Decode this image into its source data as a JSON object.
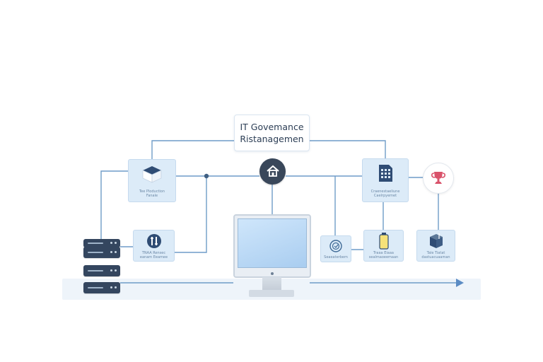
{
  "diagram": {
    "title_line1": "IT Govemance",
    "title_line2": "Ristanagemen",
    "nodes": [
      {
        "id": "governance-cube",
        "icon": "cube-icon",
        "label1": "Tee Ploduction",
        "label2": "Fanale"
      },
      {
        "id": "tools",
        "icon": "tools-icon",
        "label1": "TNAA Rensec",
        "label2": "eanam Eeamee"
      },
      {
        "id": "compliance-doc",
        "icon": "document-grid-icon",
        "label1": "Craenestaeliune",
        "label2": "Caelrpyemet"
      },
      {
        "id": "security-seal",
        "icon": "seal-icon",
        "label1": "Seaeaterbem",
        "label2": ""
      },
      {
        "id": "battery",
        "icon": "battery-icon",
        "label1": "Traaa Eiaaa",
        "label2": "sealmaoeemaan"
      },
      {
        "id": "package",
        "icon": "package-icon",
        "label1": "Tale Tiatat",
        "label2": "dastuacuaaman"
      }
    ],
    "hub_icon": "home-gear-icon",
    "award_icon": "trophy-icon",
    "device_icon": "monitor-icon",
    "colors": {
      "line": "#6f9cc8",
      "node_fill": "#dcebf8",
      "server": "#34465f",
      "hub": "#39475a",
      "trophy": "#d9536b",
      "arrow": "#5b8cc4"
    }
  }
}
